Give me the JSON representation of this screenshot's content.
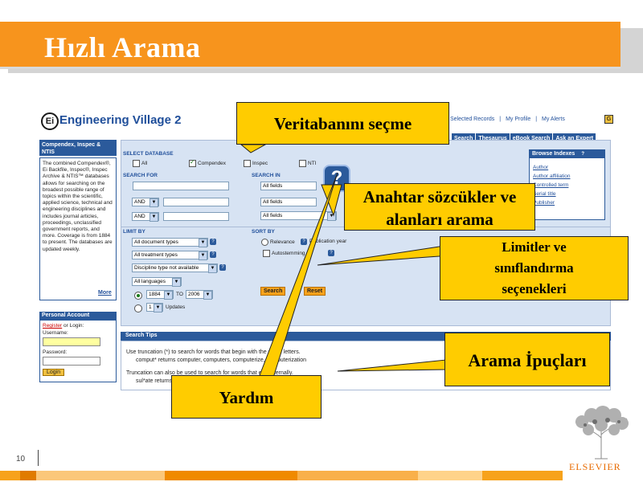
{
  "slide": {
    "title": "Hızlı Arama",
    "page_number": "10",
    "brand": "ELSEVIER"
  },
  "app": {
    "logo_letters": "Ei",
    "name": "Engineering Village 2",
    "top_links": [
      "Selected Records",
      "|",
      "My Profile",
      "|",
      "My Alerts"
    ],
    "tabs": [
      "Search",
      "Thesaurus",
      "eBook Search",
      "Ask an Expert"
    ]
  },
  "sidebar": {
    "heading": "Compendex, Inspec & NTIS",
    "description": "The combined Compendex®, Ei Backfile, Inspec®, Inspec Archive & NTIS™ databases allows for searching on the broadest possible range of topics within the scientific, applied science, technical and engineering disciplines and includes journal articles, proceedings, unclassified government reports, and more. Coverage is from 1884 to present. The databases are updated weekly.",
    "more": "More"
  },
  "account": {
    "heading": "Personal Account",
    "register": "Register",
    "or_login": " or Login:",
    "username_label": "Username:",
    "password_label": "Password:",
    "login_button": "Login"
  },
  "form": {
    "select_database_label": "SELECT DATABASE",
    "databases": [
      "All",
      "Compendex",
      "Inspec",
      "NTI"
    ],
    "search_for_label": "SEARCH FOR",
    "search_in_label": "SEARCH IN",
    "operators": [
      "AND",
      "AND"
    ],
    "fields": [
      "All fields",
      "All fields",
      "All fields"
    ],
    "limit_by_label": "LIMIT BY",
    "limits": [
      "All document types",
      "All treatment types",
      "Discipline type not available",
      "All languages"
    ],
    "year_from": "1884",
    "year_to_label": "TO",
    "year_to": "2006",
    "updates_value": "1",
    "updates_label": "Updates",
    "sort_by_label": "SORT BY",
    "sort_relevance": "Relevance",
    "sort_pubyear": "Publication year",
    "autostemming": "Autostemming",
    "search_button": "Search",
    "reset_button": "Reset"
  },
  "browse": {
    "heading": "Browse Indexes",
    "links": [
      "Author",
      "Author affiliation",
      "Controlled term",
      "Serial title",
      "Publisher"
    ]
  },
  "tips": {
    "heading": "Search Tips",
    "line1": "Use truncation (*) to search for words that begin with the same letters.",
    "line2": "comput* returns computer, computers, computerize, computerization",
    "line3": "Truncation can also be used to search for words that end internally.",
    "line4": "sul*ate returns sulfate, sulphate"
  },
  "callouts": {
    "database": "Veritabanını seçme",
    "keywords": "Anahtar sözcükler ve alanları arama",
    "limits": "Limitler ve sınıflandırma seçenekleri",
    "tips": "Arama İpuçları",
    "help": "Yardım"
  },
  "colors": {
    "title_orange": "#f7941d",
    "callout_yellow": "#ffcc00",
    "ui_blue": "#2b5a9b"
  }
}
